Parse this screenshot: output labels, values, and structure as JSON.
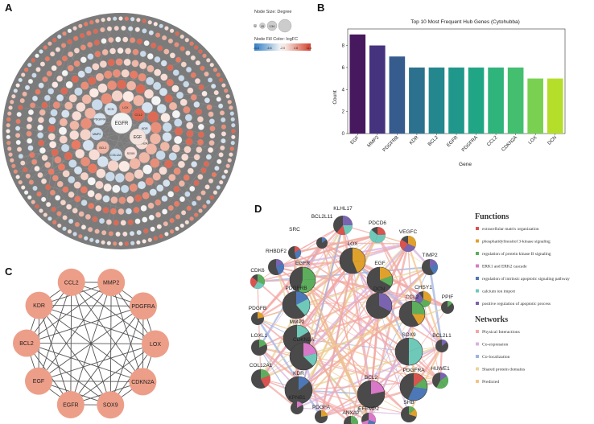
{
  "panels": {
    "a": "A",
    "b": "B",
    "c": "C",
    "d": "D"
  },
  "panel_a": {
    "legend_size_title": "Node Size: Degree",
    "legend_size_values": [
      "1",
      "45",
      "134"
    ],
    "legend_color_title": "Node Fill Color: logFC",
    "legend_color_ticks": [
      "-11.6",
      "-6.8",
      "-2.0",
      "2.8",
      "11.6"
    ],
    "colors": {
      "low": "#3a7fc1",
      "mid": "#f4f4f4",
      "high": "#d6503a"
    },
    "center_labels": [
      "EGFR",
      "EGF"
    ],
    "inner_labels": [
      "BCL2",
      "MMP2",
      "PDGFRA",
      "DCN",
      "LOX",
      "CCL2",
      "KDR",
      "CDKN2A",
      "SOX9",
      "COL1A1",
      "PDGFRB",
      "BCL2L11"
    ]
  },
  "chart_data": {
    "type": "bar",
    "title": "Top 10 Most Frequent Hub Genes (Cytohubba)",
    "xlabel": "Gene",
    "ylabel": "Count",
    "categories": [
      "EGF",
      "MMP2",
      "PDGFRB",
      "KDR",
      "BCL2",
      "EGFR",
      "PDGFRA",
      "CCL2",
      "CDKN2A",
      "LOX",
      "DCN"
    ],
    "values": [
      9,
      8,
      7,
      6,
      6,
      6,
      6,
      6,
      6,
      5,
      5
    ],
    "ylim": [
      0,
      9.5
    ],
    "yticks": [
      0,
      2,
      4,
      6,
      8
    ],
    "colors": [
      "#46195e",
      "#46337e",
      "#365c8d",
      "#2c728e",
      "#24878e",
      "#1f978b",
      "#21a685",
      "#2fb47c",
      "#44bf70",
      "#7ad151",
      "#b5de2b"
    ]
  },
  "panel_c": {
    "node_color": "#ed9e88",
    "nodes": [
      "MMP2",
      "PDGFRA",
      "LOX",
      "CDKN2A",
      "SOX9",
      "EGFR",
      "EGF",
      "BCL2",
      "KDR",
      "CCL2"
    ]
  },
  "panel_d": {
    "nodes": [
      {
        "label": "KLHL17"
      },
      {
        "label": "PDCD6"
      },
      {
        "label": "BCL2L11"
      },
      {
        "label": "VEGFC"
      },
      {
        "label": "SRC"
      },
      {
        "label": "LOX"
      },
      {
        "label": "TIMP2"
      },
      {
        "label": "RHBDF2"
      },
      {
        "label": "EGFR"
      },
      {
        "label": "EGF"
      },
      {
        "label": "CDK6"
      },
      {
        "label": "CHSY1"
      },
      {
        "label": "PDGFRB"
      },
      {
        "label": "DCN"
      },
      {
        "label": "PDGFB"
      },
      {
        "label": "MMP2"
      },
      {
        "label": "CCL2"
      },
      {
        "label": "PPIF"
      },
      {
        "label": "CDKN2A"
      },
      {
        "label": "LOXL1"
      },
      {
        "label": "SOX9"
      },
      {
        "label": "BCL2L1"
      },
      {
        "label": "COL12A1"
      },
      {
        "label": "KDR"
      },
      {
        "label": "BCL2"
      },
      {
        "label": "PDGFRA"
      },
      {
        "label": "HUWE1"
      },
      {
        "label": "KPNB1"
      },
      {
        "label": "SHB"
      },
      {
        "label": "PDGFA"
      },
      {
        "label": "EFEMP2"
      },
      {
        "label": "ANXA2"
      }
    ],
    "functions_title": "Functions",
    "functions": [
      {
        "label": "extracellular matrix organization",
        "color": "#d9534f"
      },
      {
        "label": "phosphatidylinositol 3-kinase signaling",
        "color": "#e0a12c"
      },
      {
        "label": "regulation of protein kinase B signaling",
        "color": "#5cae5c"
      },
      {
        "label": "ERK1 and ERK2 cascade",
        "color": "#d978c8"
      },
      {
        "label": "regulation of intrinsic apoptotic signaling pathway",
        "color": "#4d78b8"
      },
      {
        "label": "calcium ion import",
        "color": "#6fc9b9"
      },
      {
        "label": "positive regulation of apoptotic process",
        "color": "#7a64b0"
      }
    ],
    "networks_title": "Networks",
    "networks": [
      {
        "label": "Physical Interactions",
        "color": "#f3a7a3"
      },
      {
        "label": "Co-expression",
        "color": "#d8b3e0"
      },
      {
        "label": "Co-localization",
        "color": "#9fb3e3"
      },
      {
        "label": "Shared protein domains",
        "color": "#e8d59b"
      },
      {
        "label": "Predicted",
        "color": "#f2c48a"
      }
    ]
  }
}
